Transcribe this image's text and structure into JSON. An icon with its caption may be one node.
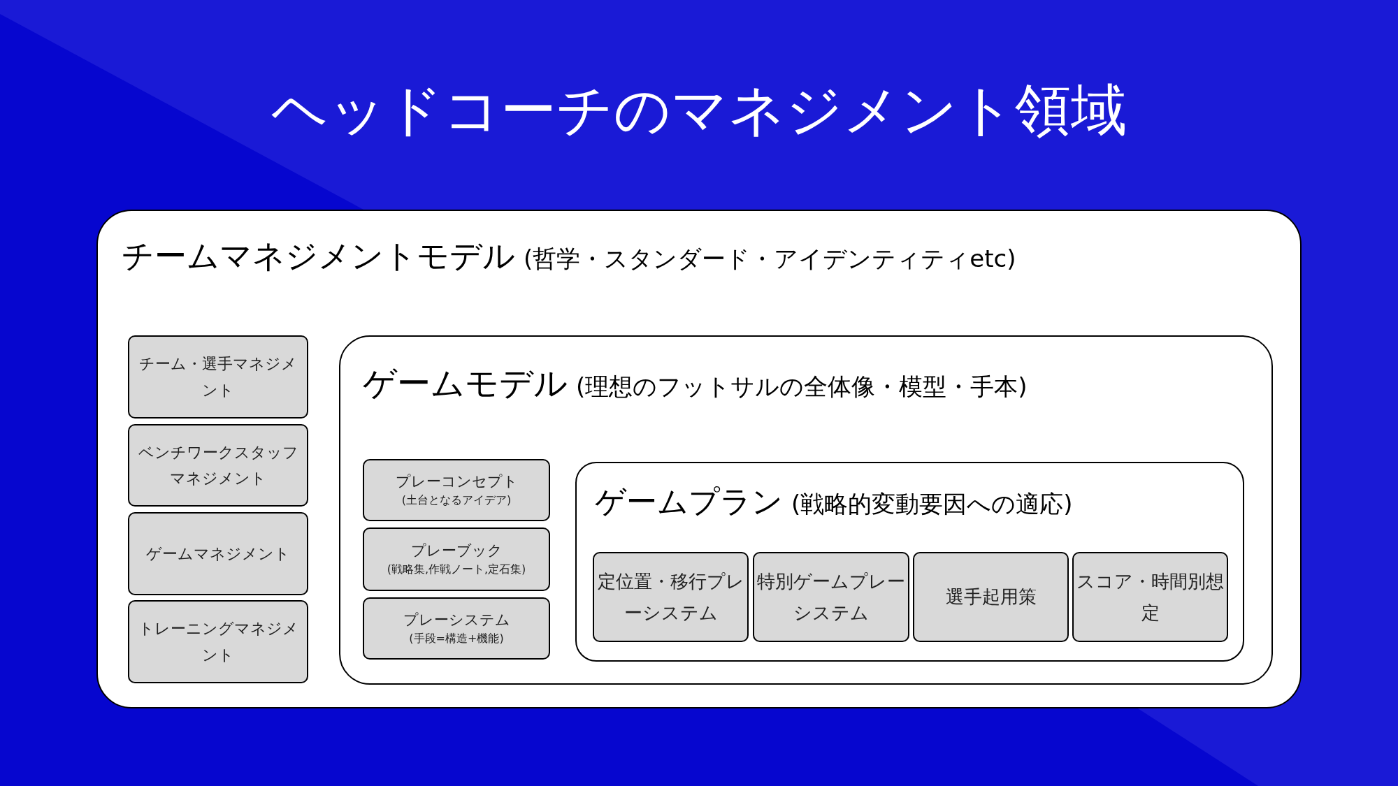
{
  "diagram": {
    "title": "ヘッドコーチのマネジメント領域",
    "nodes": [
      {
        "text": [
          "チームマネジメントモデル",
          "(哲学・スタンダード・アイデンティティetc)"
        ]
      },
      {
        "text": [
          "チーム・選手マネジメント"
        ],
        "in": 0
      },
      {
        "text": [
          "ベンチワークスタッフマネジメント"
        ],
        "in": 0
      },
      {
        "text": [
          "ゲームマネジメント"
        ],
        "in": 0
      },
      {
        "text": [
          "トレーニングマネジメント"
        ],
        "in": 0
      },
      {
        "text": [
          "ゲームモデル",
          "(理想のフットサルの全体像・模型・手本)"
        ],
        "in": 0
      },
      {
        "text": [
          "プレーコンセプト",
          "(土台となるアイデア)"
        ],
        "in": 5
      },
      {
        "text": [
          "プレーブック",
          "(戦略集,作戦ノート,定石集)"
        ],
        "in": 5
      },
      {
        "text": [
          "プレーシステム",
          "(手段=構造+機能)"
        ],
        "in": 5
      },
      {
        "text": [
          "ゲームプラン",
          "(戦略的変動要因への適応)"
        ],
        "in": 5
      },
      {
        "text": [
          "定位置・移行プレーシステム"
        ],
        "in": 9
      },
      {
        "text": [
          "特別ゲームプレーシステム"
        ],
        "in": 9
      },
      {
        "text": [
          "選手起用策"
        ],
        "in": 9
      },
      {
        "text": [
          "スコア・時間別想定"
        ],
        "in": 9
      }
    ]
  }
}
